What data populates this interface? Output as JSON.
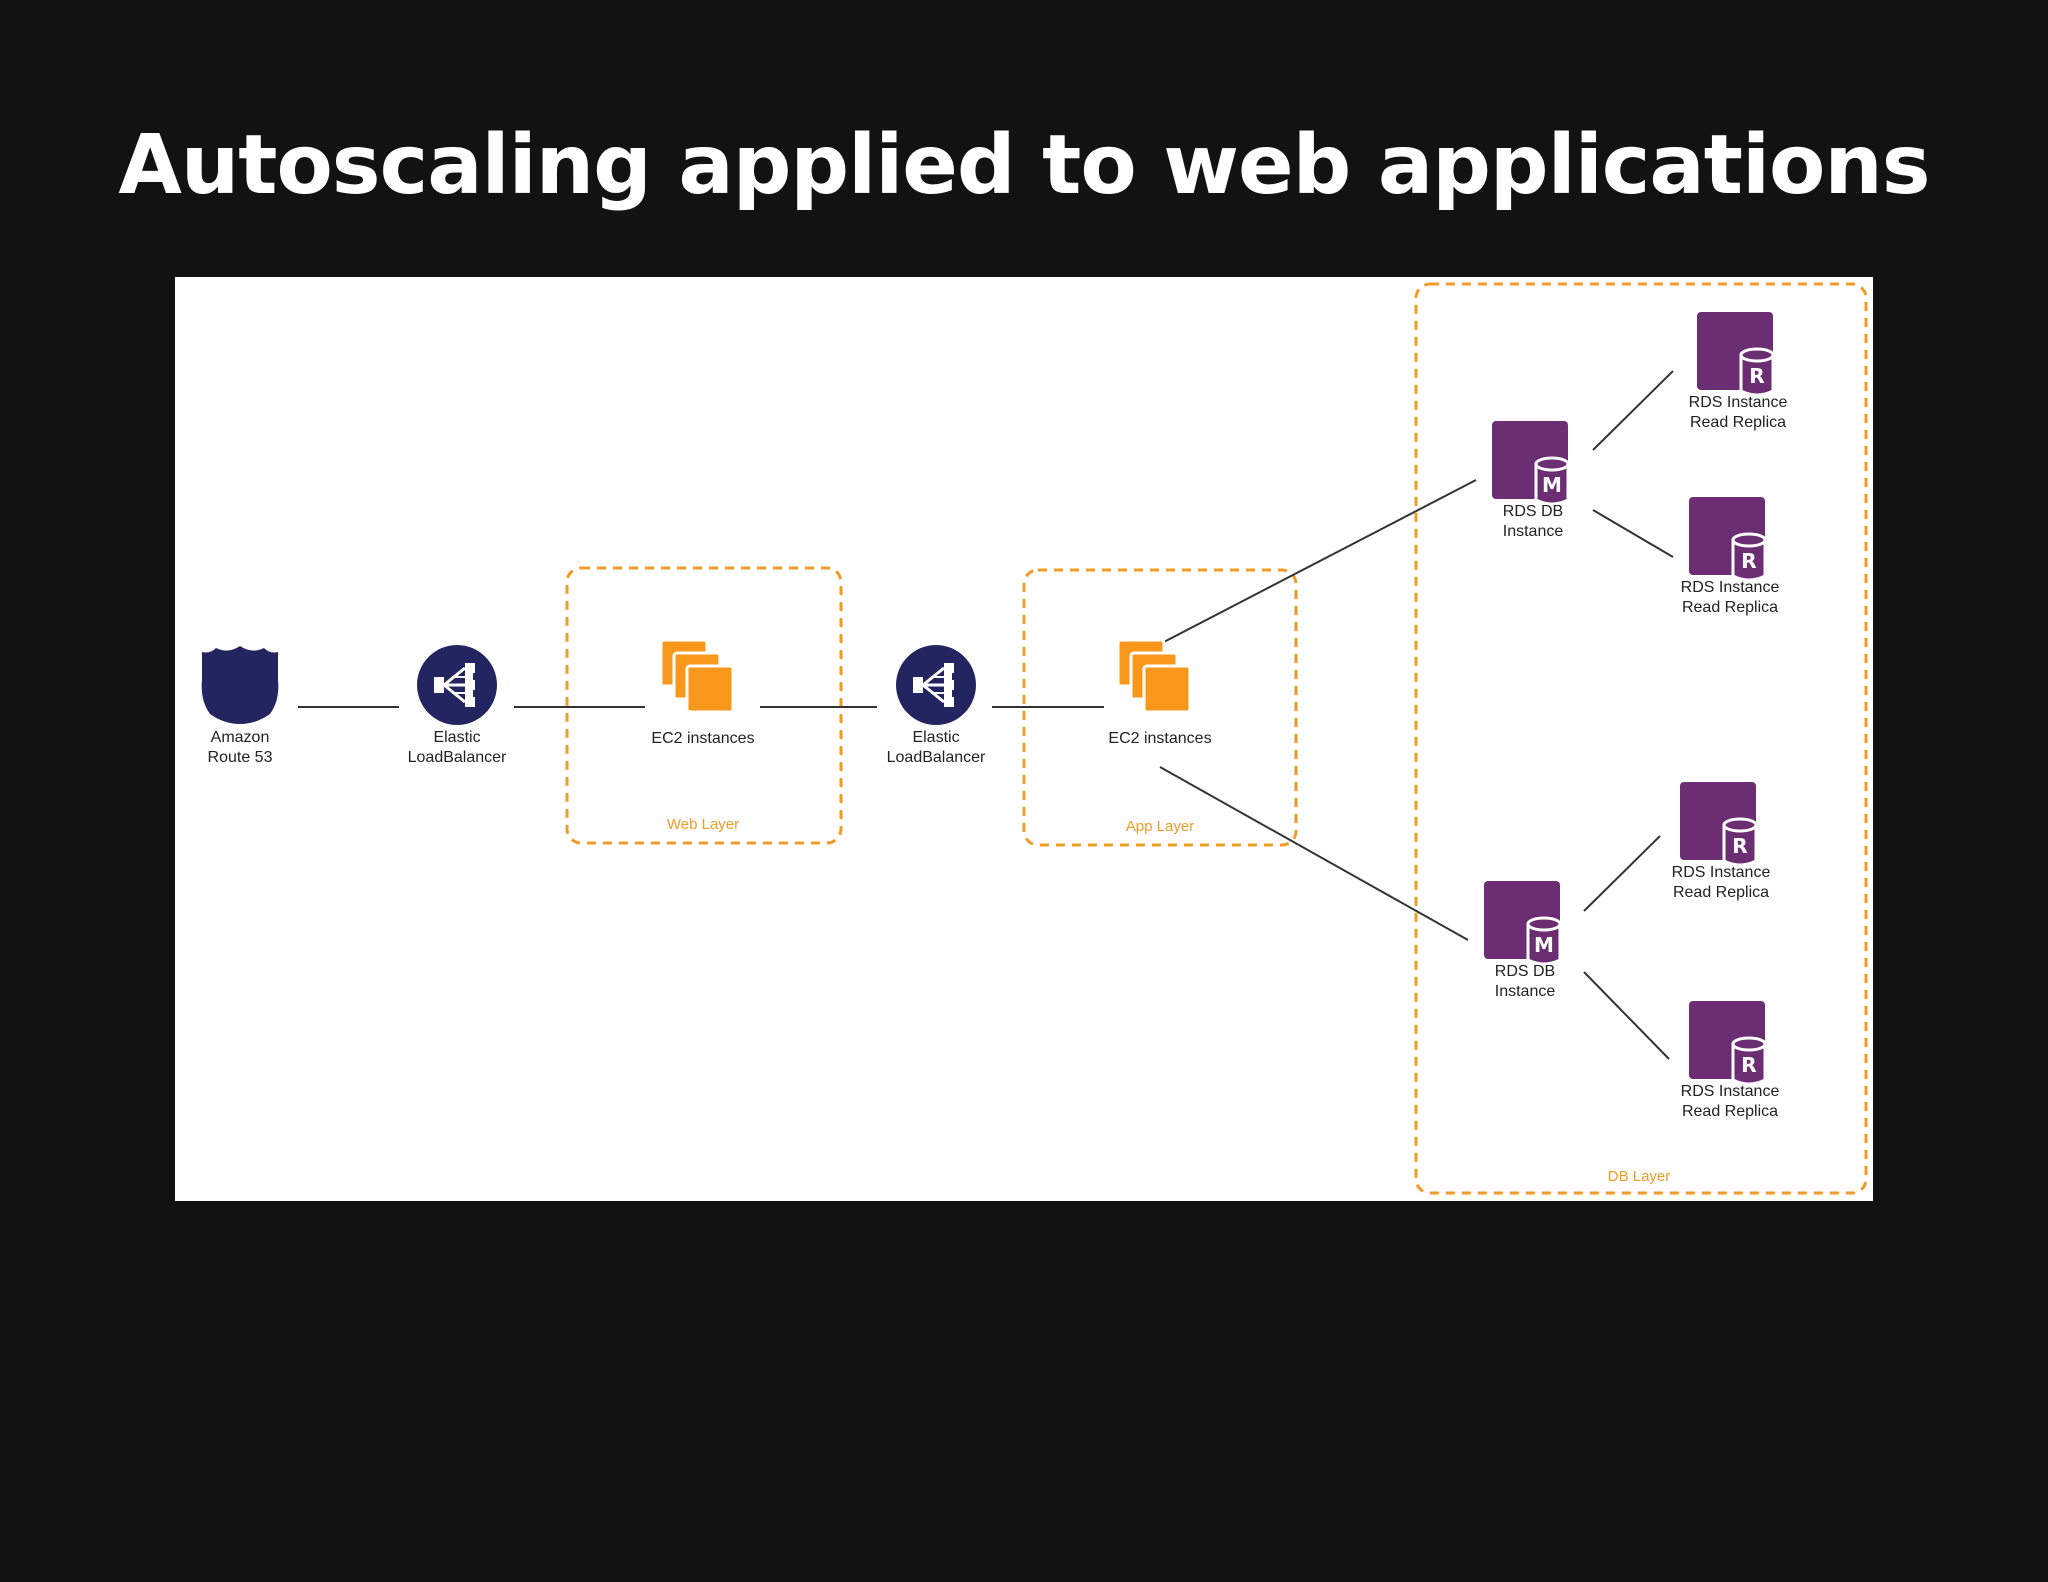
{
  "slide": {
    "title": "Autoscaling applied to web applications"
  },
  "colors": {
    "background": "#121213",
    "panel": "#ffffff",
    "layer_border": "#f29b26",
    "ec2": "#f7981d",
    "network_icon": "#232560",
    "rds": "#6b2e72"
  },
  "diagram": {
    "nodes": {
      "route53": {
        "label": "Amazon\nRoute 53",
        "icon": "route53-shield-icon"
      },
      "elb1": {
        "label": "Elastic\nLoadBalancer",
        "icon": "load-balancer-icon"
      },
      "ec2_web": {
        "label": "EC2 instances",
        "icon": "ec2-instances-icon"
      },
      "elb2": {
        "label": "Elastic\nLoadBalancer",
        "icon": "load-balancer-icon"
      },
      "ec2_app": {
        "label": "EC2 instances",
        "icon": "ec2-instances-icon"
      },
      "rds_master_top": {
        "label": "RDS DB\nInstance",
        "icon": "rds-master-icon",
        "badge": "M"
      },
      "rds_master_bottom": {
        "label": "RDS DB\nInstance",
        "icon": "rds-master-icon",
        "badge": "M"
      },
      "replica_1": {
        "label": "RDS Instance\nRead Replica",
        "icon": "rds-replica-icon",
        "badge": "R"
      },
      "replica_2": {
        "label": "RDS Instance\nRead Replica",
        "icon": "rds-replica-icon",
        "badge": "R"
      },
      "replica_3": {
        "label": "RDS Instance\nRead Replica",
        "icon": "rds-replica-icon",
        "badge": "R"
      },
      "replica_4": {
        "label": "RDS Instance\nRead Replica",
        "icon": "rds-replica-icon",
        "badge": "R"
      }
    },
    "layers": {
      "web": "Web Layer",
      "app": "App Layer",
      "db": "DB Layer"
    }
  }
}
